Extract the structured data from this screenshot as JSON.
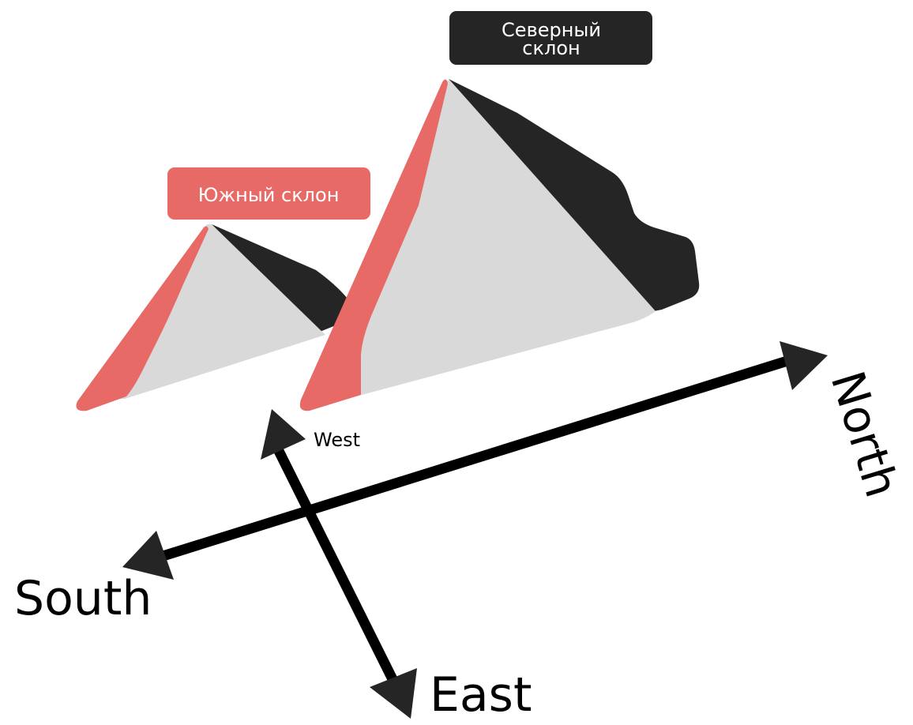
{
  "labels": {
    "south_slope": "Южный склон",
    "north_slope_line1": "Северный",
    "north_slope_line2": "склон"
  },
  "compass": {
    "north": "North",
    "south": "South",
    "east": "East",
    "west": "West"
  },
  "colors": {
    "south_slope": "#E86A67",
    "north_slope": "#252525",
    "mountain_face": "#D9D9D9",
    "arrow": "#000000",
    "arrow_head": "#252525",
    "label_text_on_red": "#FFFFFF",
    "label_text_on_dark": "#FFFFFF"
  }
}
